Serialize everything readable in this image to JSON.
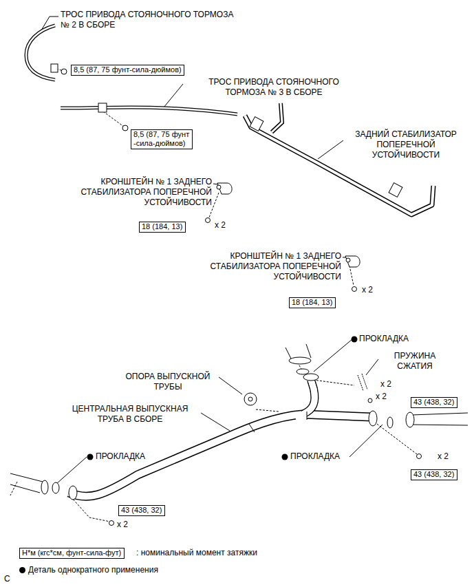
{
  "diagram": {
    "nodes": [
      {
        "text": [
          "8,5 (87, 75 фунт-сила-дюймов)"
        ]
      },
      {
        "text": [
          "8,5 (87, 75 фунт -сила-дюймов)"
        ]
      },
      {
        "text": [
          "18 (184, 13)"
        ]
      },
      {
        "text": [
          "18 (184, 13)"
        ]
      },
      {
        "text": [
          "43 (438, 32)"
        ]
      },
      {
        "text": [
          "43 (438, 32)"
        ]
      },
      {
        "text": [
          "43 (438, 32)"
        ]
      },
      {
        "text": [
          "Н*м (кгс*см, фунт-сила-фут)"
        ]
      }
    ],
    "labels": [
      "ТРОС ПРИВОДА СТОЯНОЧНОГО ТОРМОЗА № 2 В СБОРЕ",
      "ТРОС ПРИВОДА СТОЯНОЧНОГО ТОРМОЗА № 3 В СБОРЕ",
      "ЗАДНИЙ СТАБИЛИЗАТОР ПОПЕРЕЧНОЙ УСТОЙЧИВОСТИ",
      "КРОНШТЕЙН № 1 ЗАДНЕГО СТАБИЛИЗАТОРА ПОПЕРЕЧНОЙ УСТОЙЧИВОСТИ",
      "x 2",
      "КРОНШТЕЙН № 1 ЗАДНЕГО СТАБИЛИЗАТОРА ПОПЕРЕЧНОЙ УСТОЙЧИВОСТИ",
      "x 2",
      "ПРОКЛАДКА",
      "ПРУЖИНА СЖАТИЯ",
      "x 2",
      "x 2",
      "ОПОРА ВЫПУСКНОЙ ТРУБЫ",
      "ЦЕНТРАЛЬНАЯ ВЫПУСКНАЯ ТРУБА В СБОРЕ",
      "ПРОКЛАДКА",
      "ПРОКЛАДКА",
      "x 2",
      "x 2",
      ": номинальный момент затяжки",
      "C"
    ],
    "legend": [
      {
        "text": "Деталь однократного применения"
      }
    ]
  }
}
